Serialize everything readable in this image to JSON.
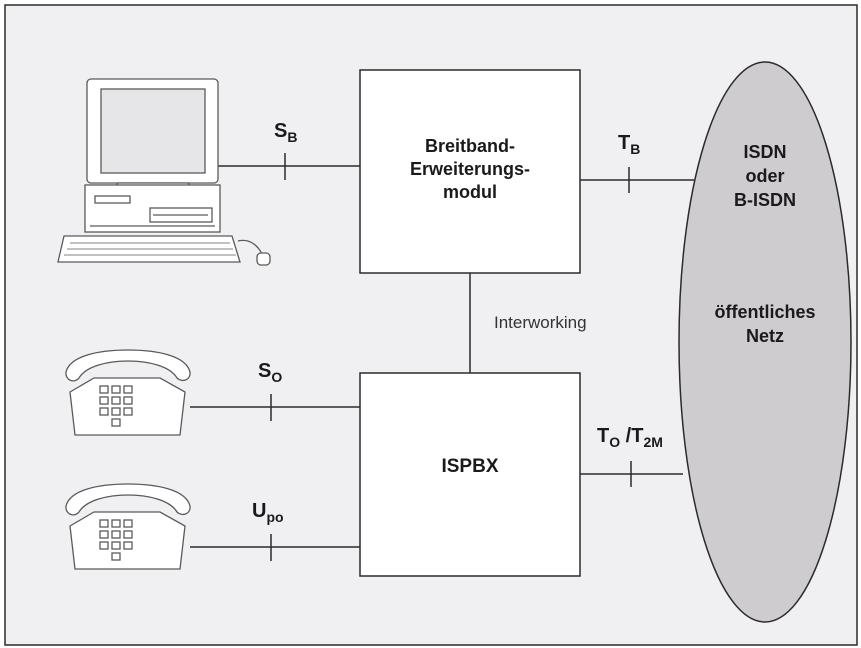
{
  "blocks": {
    "broadband_module": [
      "Breitband-",
      "Erweiterungs-",
      "modul"
    ],
    "ispbx": "ISPBX"
  },
  "network": {
    "top_lines": [
      "ISDN",
      "oder",
      "B-ISDN"
    ],
    "bottom_lines": [
      "öffentliches",
      "Netz"
    ]
  },
  "interfaces": {
    "sb": {
      "main": "S",
      "sub": "B"
    },
    "tb": {
      "main": "T",
      "sub": "B"
    },
    "so": {
      "main": "S",
      "sub": "O"
    },
    "upo": {
      "main": "U",
      "sub": "po"
    },
    "to": {
      "main": "T",
      "sub": "O"
    },
    "separator": "/",
    "t2m": {
      "main": "T",
      "sub": "2M"
    }
  },
  "interworking_label": "Interworking",
  "devices": {
    "computer": "computer-workstation-icon",
    "phone_top": "telephone-icon",
    "phone_bottom": "telephone-icon"
  },
  "colors": {
    "background": "#ffffff",
    "panel": "#f0f0f2",
    "border": "#2b2b2b",
    "network_fill": "#cfcccf",
    "line": "#2b2b2b"
  }
}
